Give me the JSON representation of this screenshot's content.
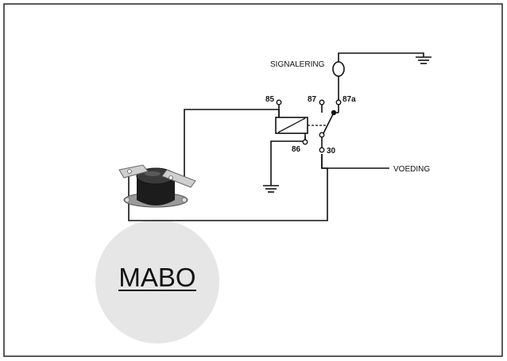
{
  "diagram": {
    "labels": {
      "signal": "SIGNALERING",
      "supply": "VOEDING"
    },
    "pins": {
      "p85": "85",
      "p87": "87",
      "p87a": "87a",
      "p86": "86",
      "p30": "30"
    },
    "logo": {
      "text": "MABO"
    },
    "colors": {
      "line": "#111111",
      "logo_bg": "#e6e6e6",
      "frame": "#222222"
    },
    "components": [
      "thermostat-switch",
      "relay",
      "signal-lamp",
      "ground",
      "ground"
    ]
  }
}
